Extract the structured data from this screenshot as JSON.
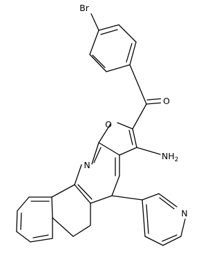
{
  "structure": {
    "atom_labels": {
      "bromine": "Br",
      "carbonyl_oxygen": "O",
      "furan_oxygen": "O",
      "amino": "NH",
      "amino_subscript": "2",
      "pyridine_fused_nitrogen": "N",
      "pyridyl_nitrogen": "N"
    }
  }
}
